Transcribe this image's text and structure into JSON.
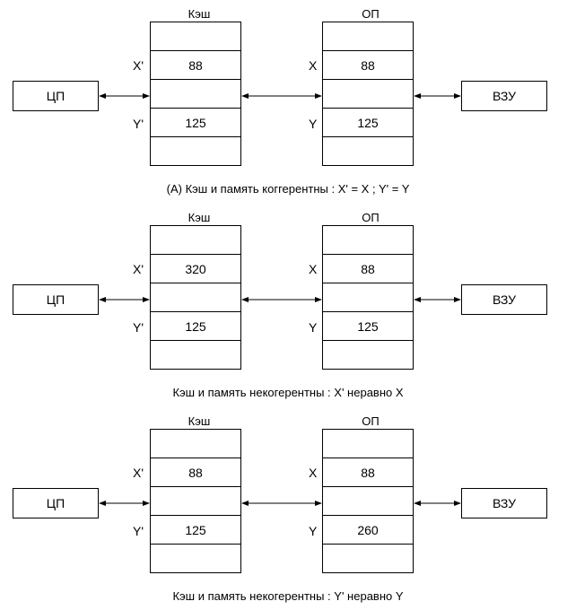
{
  "labels": {
    "cache": "Кэш",
    "memory": "ОП",
    "cpu": "ЦП",
    "external": "ВЗУ",
    "x_prime": "X'",
    "x": "X",
    "y_prime": "Y'",
    "y": "Y"
  },
  "scenarios": [
    {
      "cache_cells": [
        "",
        "88",
        "",
        "125",
        ""
      ],
      "memory_cells": [
        "",
        "88",
        "",
        "125",
        ""
      ],
      "caption": "(А) Кэш и память коггерентны : X' = X ; Y' = Y"
    },
    {
      "cache_cells": [
        "",
        "320",
        "",
        "125",
        ""
      ],
      "memory_cells": [
        "",
        "88",
        "",
        "125",
        ""
      ],
      "caption": "Кэш и память некогерентны : X' неравно X"
    },
    {
      "cache_cells": [
        "",
        "88",
        "",
        "125",
        ""
      ],
      "memory_cells": [
        "",
        "88",
        "",
        "260",
        ""
      ],
      "caption": "Кэш и память некогерентны : Y' неравно Y"
    }
  ]
}
